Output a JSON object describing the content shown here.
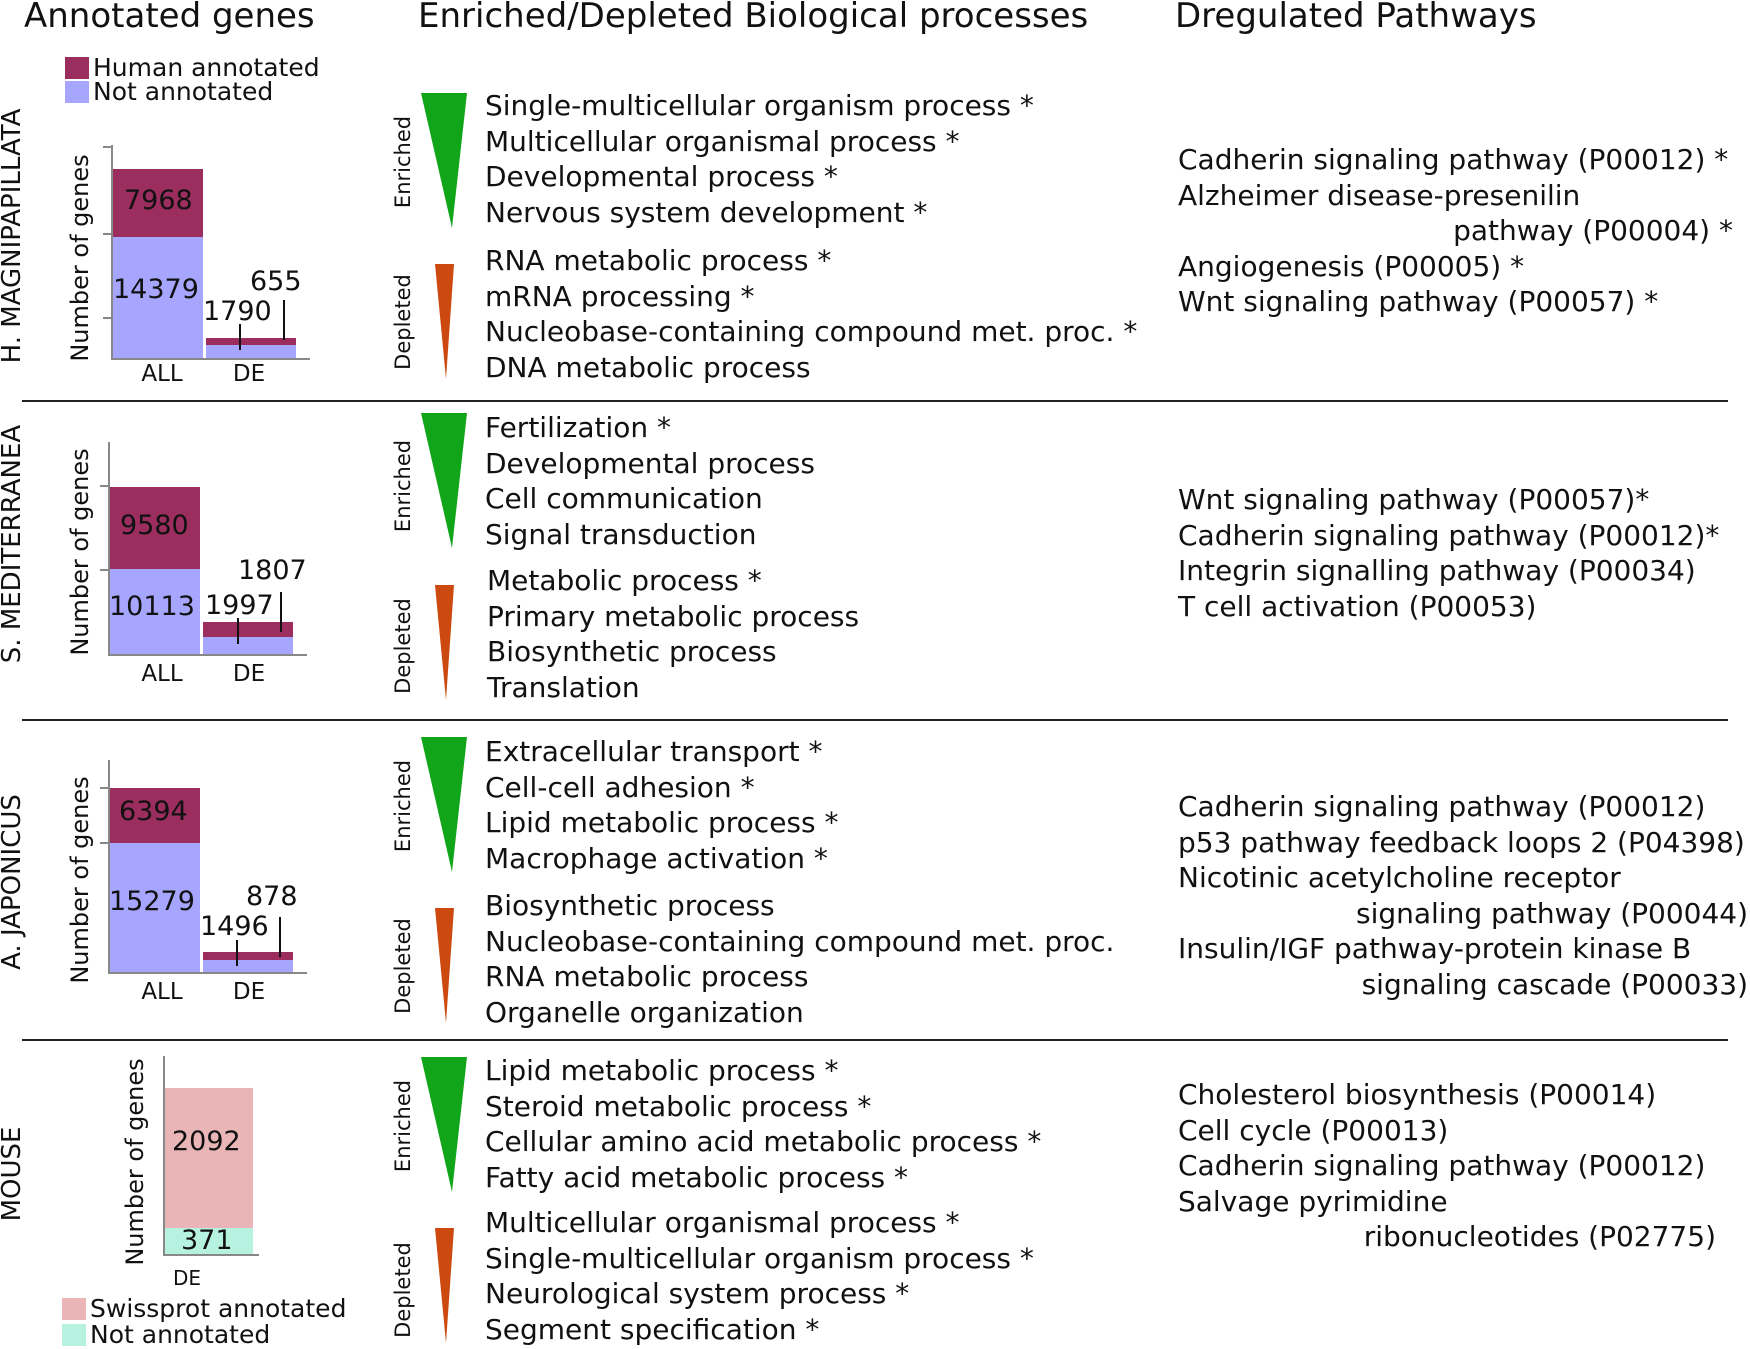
{
  "headers": {
    "annotated": "Annotated genes",
    "processes": "Enriched/Depleted Biological processes",
    "pathways": "Dregulated Pathways"
  },
  "legend_top": [
    {
      "label": "Human annotated",
      "color": "#9b2d5f"
    },
    {
      "label": "Not annotated",
      "color": "#a6a6ff"
    }
  ],
  "legend_bottom": [
    {
      "label": "Swissprot annotated",
      "color": "#e9b5b7"
    },
    {
      "label": "Not annotated",
      "color": "#b6f2df"
    }
  ],
  "labels": {
    "enriched": "Enriched",
    "depleted": "Depleted",
    "ylabel": "Number of genes",
    "all": "ALL",
    "de": "DE"
  },
  "colors": {
    "enriched": "#11a51a",
    "depleted": "#cc4a10"
  },
  "panels": [
    {
      "species": "H. MAGNIPAPILLATA",
      "all_annotated": "7968",
      "all_not_annotated": "14379",
      "de_annotated": "655",
      "de_not_annotated": "1790",
      "enriched": [
        "Single-multicellular organism process *",
        "Multicellular organismal process *",
        "Developmental process *",
        "Nervous system development *"
      ],
      "depleted": [
        "RNA metabolic process *",
        "mRNA processing *",
        "Nucleobase-containing compound met. proc. *",
        "DNA metabolic process"
      ],
      "pathways": [
        {
          "text": "Cadherin signaling pathway (P00012) *",
          "indent": false
        },
        {
          "text": "Alzheimer disease-presenilin",
          "indent": false
        },
        {
          "text": "pathway (P00004) *",
          "indent": true
        },
        {
          "text": "Angiogenesis (P00005) *",
          "indent": false
        },
        {
          "text": "Wnt signaling pathway (P00057) *",
          "indent": false
        }
      ]
    },
    {
      "species": "S. MEDITERRANEA",
      "all_annotated": "9580",
      "all_not_annotated": "10113",
      "de_annotated": "1807",
      "de_not_annotated": "1997",
      "enriched": [
        "Fertilization *",
        "Developmental process",
        "Cell communication",
        "Signal transduction"
      ],
      "depleted": [
        "Metabolic process *",
        "Primary metabolic process",
        "Biosynthetic process",
        "Translation"
      ],
      "pathways": [
        {
          "text": "Wnt signaling pathway (P00057)*",
          "indent": false
        },
        {
          "text": "Cadherin signaling pathway (P00012)*",
          "indent": false
        },
        {
          "text": "Integrin signalling pathway (P00034)",
          "indent": false
        },
        {
          "text": "T cell activation (P00053)",
          "indent": false
        }
      ]
    },
    {
      "species": "A. JAPONICUS",
      "all_annotated": "6394",
      "all_not_annotated": "15279",
      "de_annotated": "878",
      "de_not_annotated": "1496",
      "enriched": [
        "Extracellular transport *",
        "Cell-cell adhesion *",
        "Lipid metabolic process *",
        "Macrophage activation *"
      ],
      "depleted": [
        "Biosynthetic process",
        "Nucleobase-containing compound met. proc.",
        "RNA metabolic process",
        "Organelle organization"
      ],
      "pathways": [
        {
          "text": "Cadherin signaling pathway (P00012)",
          "indent": false
        },
        {
          "text": "p53 pathway feedback loops 2 (P04398)",
          "indent": false
        },
        {
          "text": "Nicotinic acetylcholine receptor",
          "indent": false
        },
        {
          "text": "signaling pathway (P00044)",
          "indent": true
        },
        {
          "text": "Insulin/IGF pathway-protein kinase B",
          "indent": false
        },
        {
          "text": "signaling cascade (P00033)",
          "indent": true
        }
      ]
    },
    {
      "species": "MOUSE",
      "de_annotated": "2092",
      "de_not_annotated": "371",
      "enriched": [
        "Lipid metabolic process *",
        "Steroid metabolic process *",
        "Cellular amino acid metabolic process *",
        "Fatty acid metabolic process *"
      ],
      "depleted": [
        "Multicellular organismal process *",
        "Single-multicellular organism process *",
        "Neurological system process *",
        "Segment specification *"
      ],
      "pathways": [
        {
          "text": "Cholesterol biosynthesis (P00014)",
          "indent": false
        },
        {
          "text": "Cell cycle (P00013)",
          "indent": false
        },
        {
          "text": "Cadherin signaling pathway (P00012)",
          "indent": false
        },
        {
          "text": "Salvage pyrimidine",
          "indent": false
        },
        {
          "text": "ribonucleotides (P02775)",
          "indent": true
        }
      ]
    }
  ]
}
